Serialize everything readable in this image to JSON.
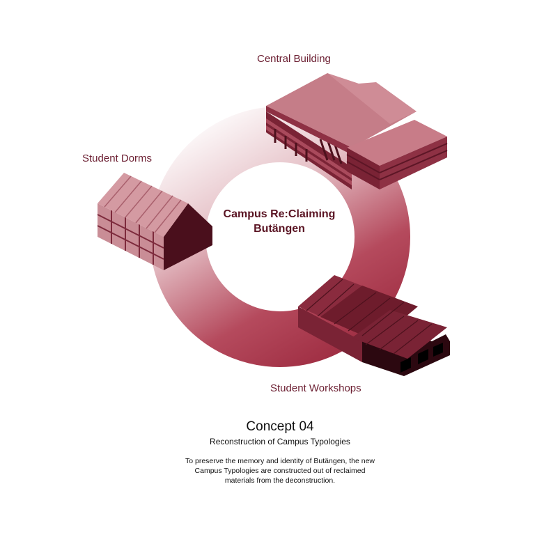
{
  "diagram": {
    "center_title_line1": "Campus Re:Claiming",
    "center_title_line2": "Butängen",
    "nodes": [
      {
        "label": "Central Building"
      },
      {
        "label": "Student Dorms"
      },
      {
        "label": "Student Workshops"
      }
    ]
  },
  "caption": {
    "title": "Concept 04",
    "subtitle": "Reconstruction of Campus Typologies",
    "description": "To preserve the memory and identity of Butängen, the new Campus Typologies are constructed out of reclaimed materials from the deconstruction."
  },
  "colors": {
    "ring_dark": "#9c2a3f",
    "ring_light": "#ffffff",
    "roof_light": "#c67d88",
    "roof_dark": "#6e1c2c",
    "text_dark": "#5a1423",
    "label": "#6b1e31"
  }
}
